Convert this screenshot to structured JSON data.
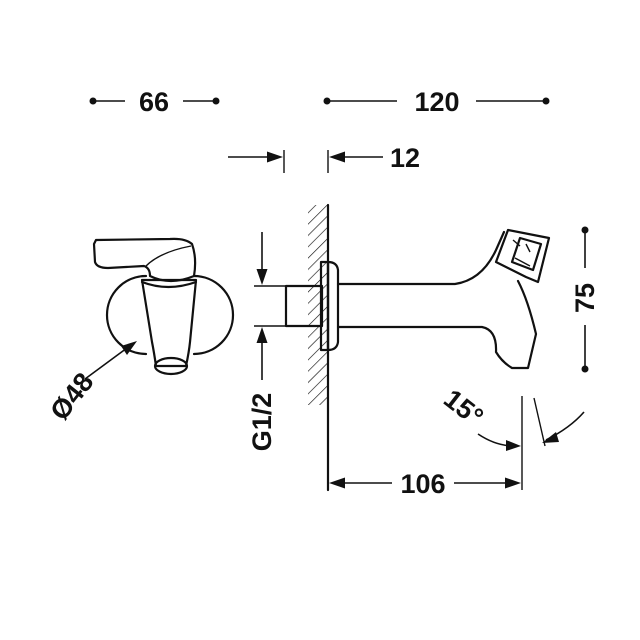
{
  "dimensions": {
    "width_left": "66",
    "width_right": "120",
    "wall_thickness": "12",
    "diameter": "Ø48",
    "thread": "G1/2",
    "spout_reach": "106",
    "height": "75",
    "angle": "15°"
  },
  "colors": {
    "line": "#111111",
    "background": "#ffffff"
  }
}
